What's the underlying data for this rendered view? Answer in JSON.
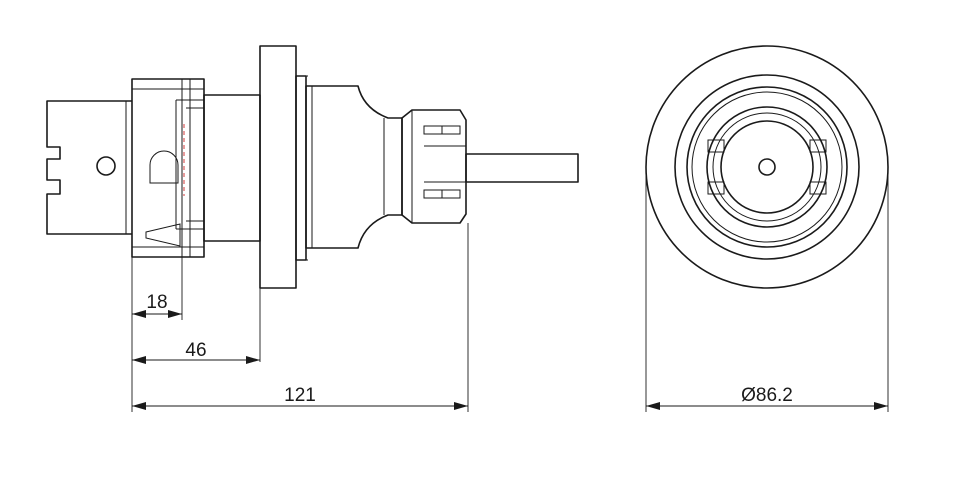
{
  "drawing": {
    "dimensions": {
      "d18": "18",
      "d46": "46",
      "d121": "121",
      "diameter": "Ø86.2"
    },
    "colors": {
      "line": "#1a1a1a",
      "hidden_line": "#d23a3a",
      "background": "#ffffff"
    }
  }
}
